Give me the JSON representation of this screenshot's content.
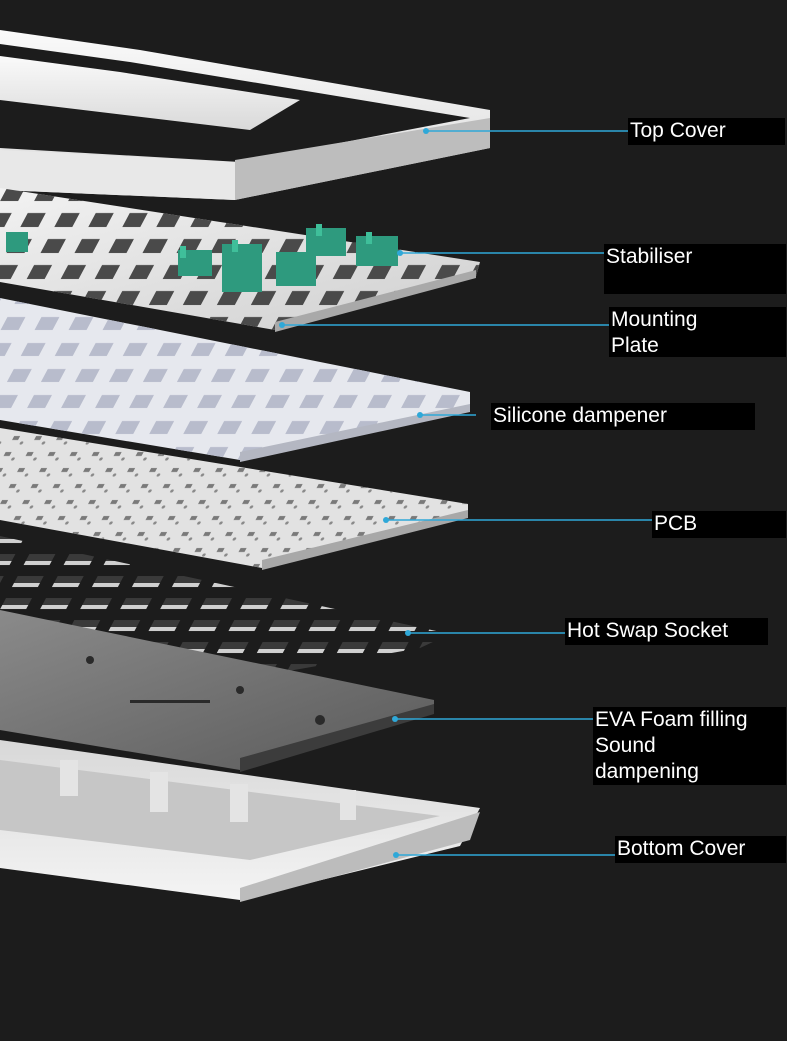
{
  "layers": [
    {
      "id": "top-cover",
      "label": "Top Cover",
      "color": "#2fa8d8"
    },
    {
      "id": "stabiliser",
      "label": "Stabiliser",
      "color": "#2fa8d8"
    },
    {
      "id": "mounting-plate",
      "label": "Mounting\nPlate",
      "color": "#2fa8d8"
    },
    {
      "id": "silicone-dampener",
      "label": "Silicone dampener",
      "color": "#2fa8d8"
    },
    {
      "id": "pcb",
      "label": "PCB",
      "color": "#2fa8d8"
    },
    {
      "id": "hot-swap-socket",
      "label": "Hot Swap Socket",
      "color": "#2fa8d8"
    },
    {
      "id": "eva-foam",
      "label": "EVA Foam filling\nSound\ndampening",
      "color": "#2fa8d8"
    },
    {
      "id": "bottom-cover",
      "label": "Bottom Cover",
      "color": "#2fa8d8"
    }
  ],
  "colors": {
    "background": "#1c1c1c",
    "stabiliser": "#2e9a7e",
    "leader_line": "#2fa8d8",
    "label_bg": "#000000",
    "label_text": "#ffffff"
  }
}
